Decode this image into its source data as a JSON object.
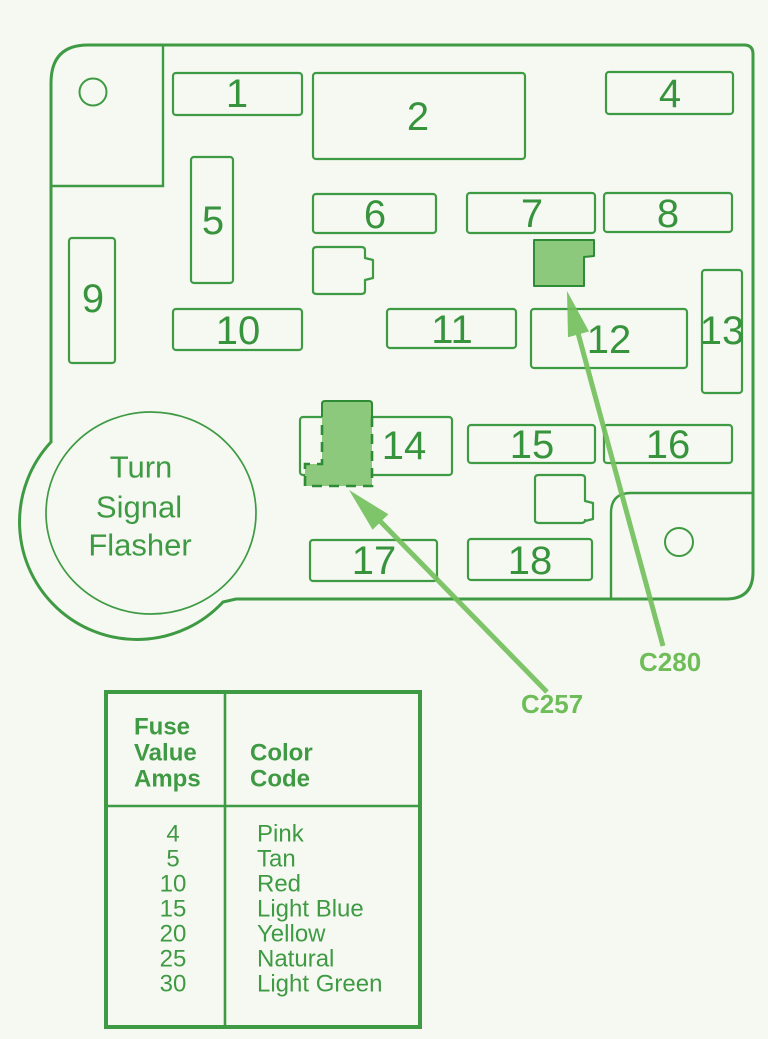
{
  "diagram": {
    "slots": [
      "1",
      "2",
      "4",
      "5",
      "6",
      "7",
      "8",
      "9",
      "10",
      "11",
      "12",
      "13",
      "14",
      "15",
      "16",
      "17",
      "18"
    ],
    "flasher": {
      "line1": "Turn",
      "line2": "Signal",
      "line3": "Flasher"
    },
    "connectors": {
      "c257": "C257",
      "c280": "C280"
    }
  },
  "legend": {
    "header_amps": [
      "Fuse",
      "Value",
      "Amps"
    ],
    "header_color": [
      "Color",
      "Code"
    ],
    "rows": [
      {
        "amps": "4",
        "color": "Pink"
      },
      {
        "amps": "5",
        "color": "Tan"
      },
      {
        "amps": "10",
        "color": "Red"
      },
      {
        "amps": "15",
        "color": "Light Blue"
      },
      {
        "amps": "20",
        "color": "Yellow"
      },
      {
        "amps": "25",
        "color": "Natural"
      },
      {
        "amps": "30",
        "color": "Light Green"
      }
    ]
  },
  "colors": {
    "line_green": "#3f9a44",
    "fuse_fill": "#8cc97c",
    "fuse_stroke": "#2f8c36",
    "arrow_green": "#74c05e",
    "background": "#f6f9f1"
  }
}
